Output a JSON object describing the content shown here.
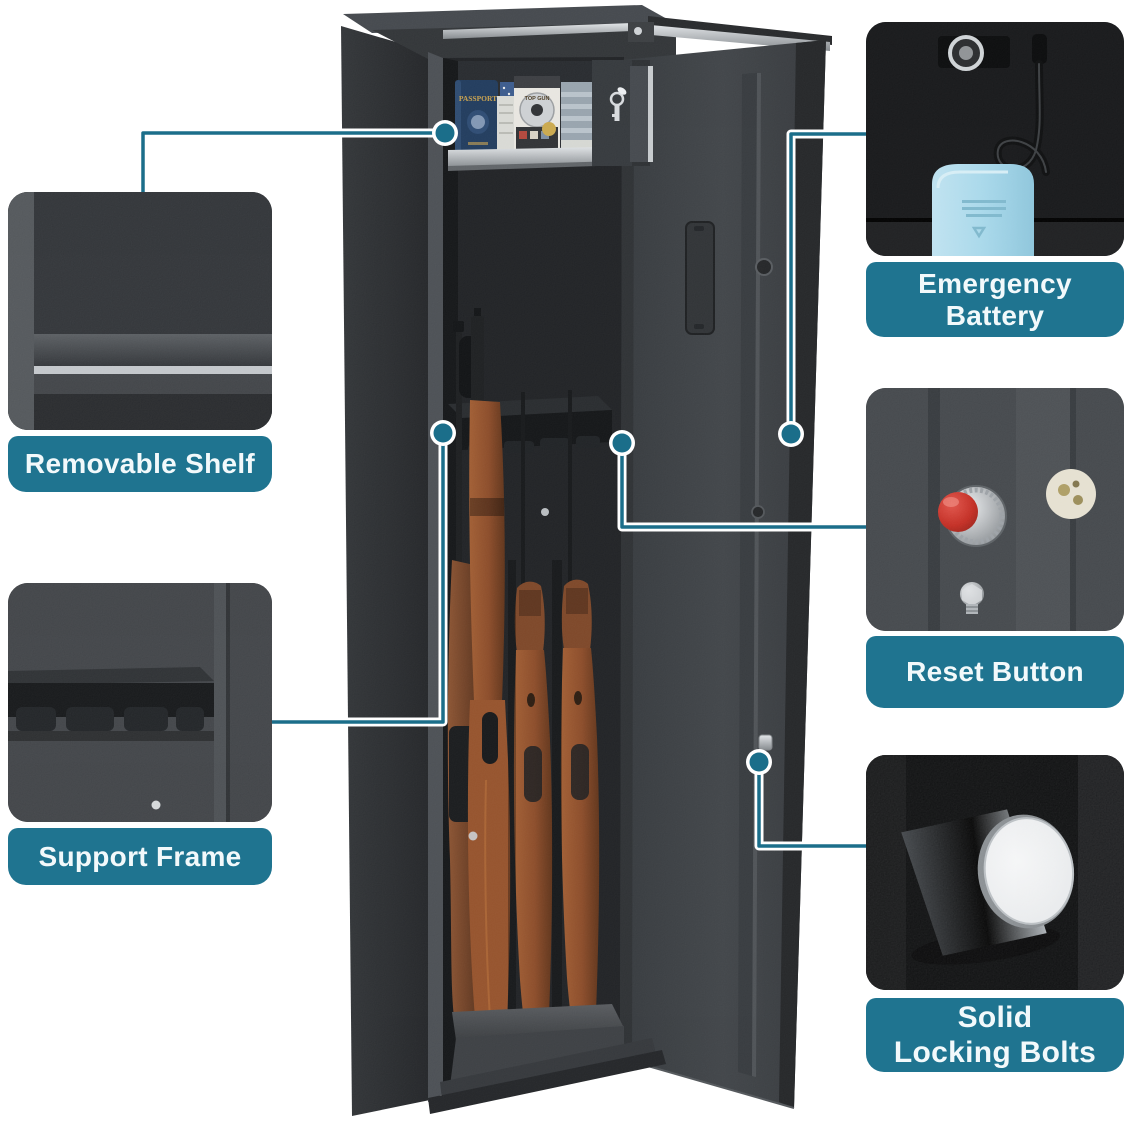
{
  "image_type": "annotated product image of a rifle gun safe with open door",
  "colors": {
    "background": "#ffffff",
    "banner_teal": "#1f7490",
    "connector_teal": "#1b6e8a",
    "banner_text": "#f2f9fb",
    "safe_body": "#2b2d30",
    "battery_blue": "#a8d8ea",
    "reset_button_red": "#c22a20"
  },
  "callouts": {
    "left": [
      {
        "id": "removable-shelf",
        "label": "Removable Shelf"
      },
      {
        "id": "support-frame",
        "label": "Support Frame"
      }
    ],
    "right": [
      {
        "id": "emergency-battery",
        "label": "Emergency Battery"
      },
      {
        "id": "reset-button",
        "label": "Reset Button"
      },
      {
        "id": "solid-locking-bolts",
        "label_line1": "Solid",
        "label_line2": "Locking Bolts"
      }
    ]
  },
  "safe_items": {
    "passport_text": "PASSPORT",
    "media_box_text": "TOP GUN"
  }
}
